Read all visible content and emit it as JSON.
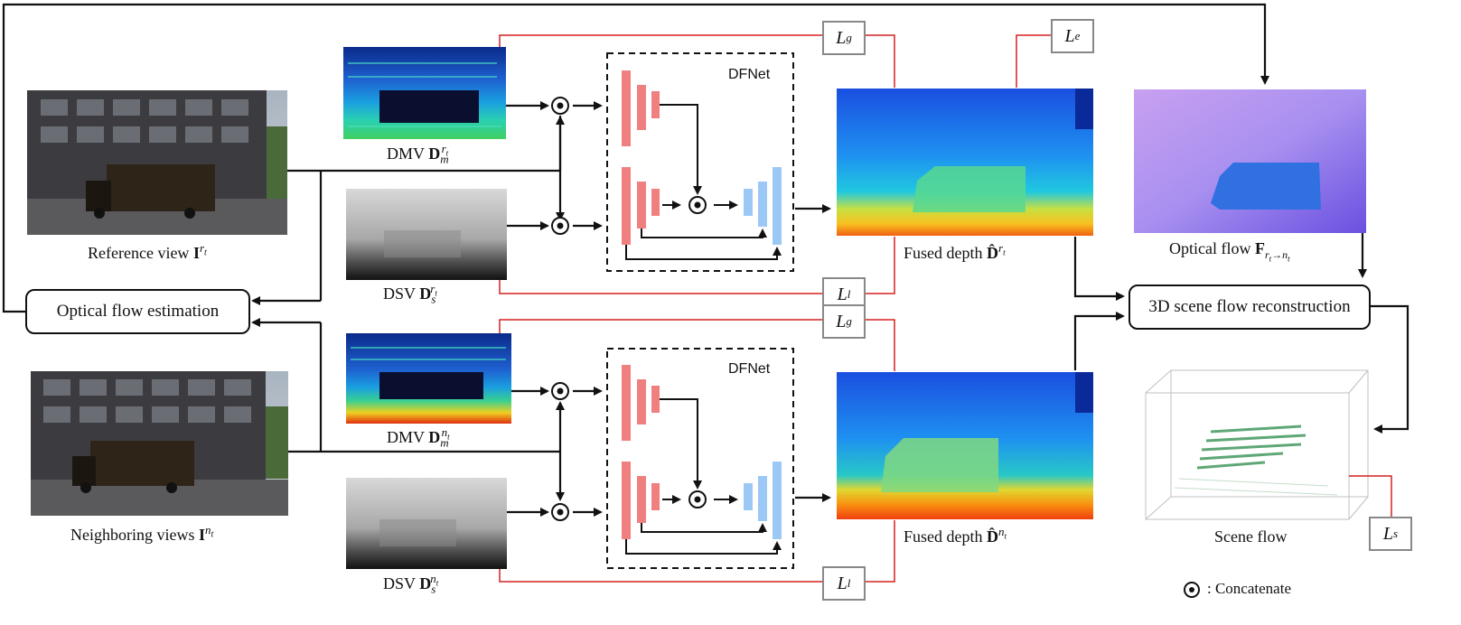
{
  "captions": {
    "reference_view": "Reference view",
    "reference_sym": "I",
    "reference_sup": "r",
    "reference_subsup": "t",
    "neighboring_views": "Neighboring views",
    "neighboring_sym": "I",
    "neighboring_sup": "n",
    "neighboring_subsup": "t",
    "dmv_top": "DMV",
    "dsv_top": "DSV",
    "dmv_bottom": "DMV",
    "dsv_bottom": "DSV",
    "fused_top": "Fused depth",
    "fused_bottom": "Fused depth",
    "optical_flow": "Optical flow",
    "scene_flow": "Scene flow"
  },
  "boxes": {
    "optical_flow_estimation": "Optical flow estimation",
    "scene_flow_reconstruction": "3D scene flow reconstruction"
  },
  "dfnet": {
    "label_top": "DFNet",
    "label_bottom": "DFNet"
  },
  "losses": {
    "lg_top": "L",
    "lg_top_sub": "g",
    "le": "L",
    "le_sub": "e",
    "ll_top": "L",
    "ll_top_sub": "l",
    "lg_bottom": "L",
    "lg_bottom_sub": "g",
    "ll_bottom": "L",
    "ll_bottom_sub": "l",
    "ls": "L",
    "ls_sub": "s"
  },
  "legend": {
    "text": ": Concatenate"
  },
  "colors": {
    "encoder": "#f08080",
    "decoder": "#9cc8f5",
    "loss_line": "#d62020",
    "arrow": "#111111"
  }
}
